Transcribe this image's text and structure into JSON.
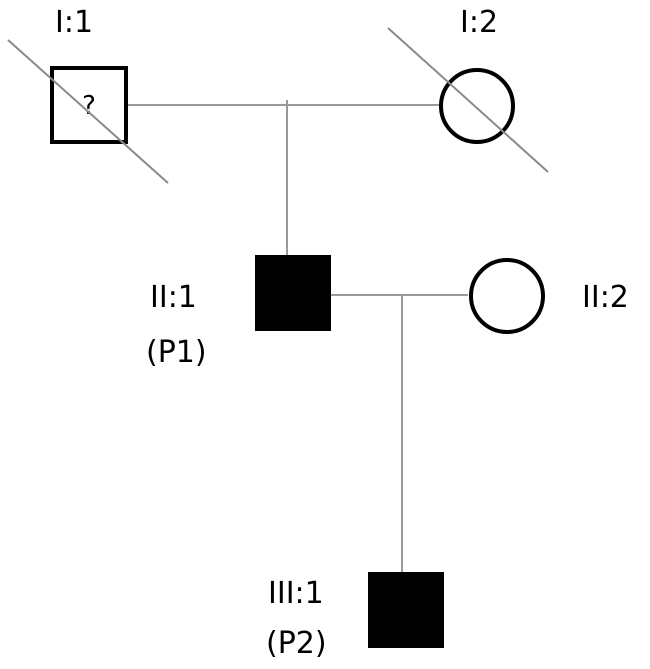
{
  "pedigree": {
    "individuals": [
      {
        "id": "I:1",
        "sex": "male",
        "status": "unknown",
        "deceased": true,
        "symbol_text": "?"
      },
      {
        "id": "I:2",
        "sex": "female",
        "status": "unaffected",
        "deceased": true
      },
      {
        "id": "II:1",
        "subtitle": "(P1)",
        "sex": "male",
        "status": "affected",
        "deceased": false
      },
      {
        "id": "II:2",
        "sex": "female",
        "status": "unaffected",
        "deceased": false
      },
      {
        "id": "III:1",
        "subtitle": "(P2)",
        "sex": "male",
        "status": "affected",
        "deceased": false
      }
    ],
    "unions": [
      {
        "partners": [
          "I:1",
          "I:2"
        ],
        "children": [
          "II:1"
        ]
      },
      {
        "partners": [
          "II:1",
          "II:2"
        ],
        "children": [
          "III:1"
        ]
      }
    ],
    "colors": {
      "affected_fill": "#000000",
      "unaffected_fill": "#ffffff",
      "outline": "#000000",
      "connector": "#9a9a9a"
    }
  }
}
